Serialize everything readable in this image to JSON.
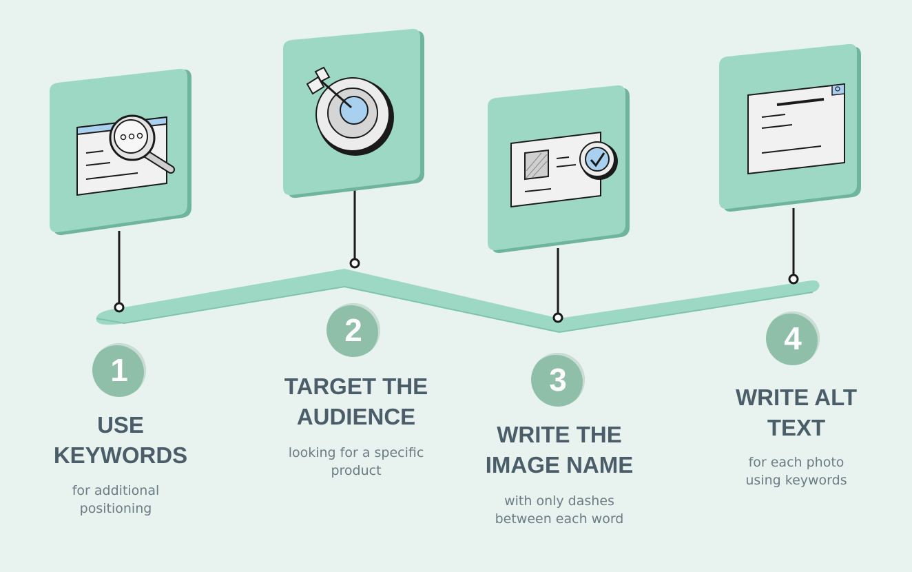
{
  "colors": {
    "background": "#e8f3ef",
    "card": "#9dd8c5",
    "card_shadow": "#6fb59d",
    "number_badge": "#8fbfa9",
    "title_text": "#4a5d68",
    "subtitle_text": "#6b7b84"
  },
  "steps": [
    {
      "number": "1",
      "title": "USE\nKEYWORDS",
      "subtitle": "for additional\npositioning",
      "icon": "magnifier-browser-icon"
    },
    {
      "number": "2",
      "title": "TARGET THE\nAUDIENCE",
      "subtitle": "looking for a specific\nproduct",
      "icon": "target-arrow-icon"
    },
    {
      "number": "3",
      "title": "WRITE THE\nIMAGE NAME",
      "subtitle": "with only dashes\nbetween each word",
      "icon": "image-checkmark-icon"
    },
    {
      "number": "4",
      "title": "WRITE ALT\nTEXT",
      "subtitle": "for each photo\nusing keywords",
      "icon": "text-document-search-icon"
    }
  ]
}
